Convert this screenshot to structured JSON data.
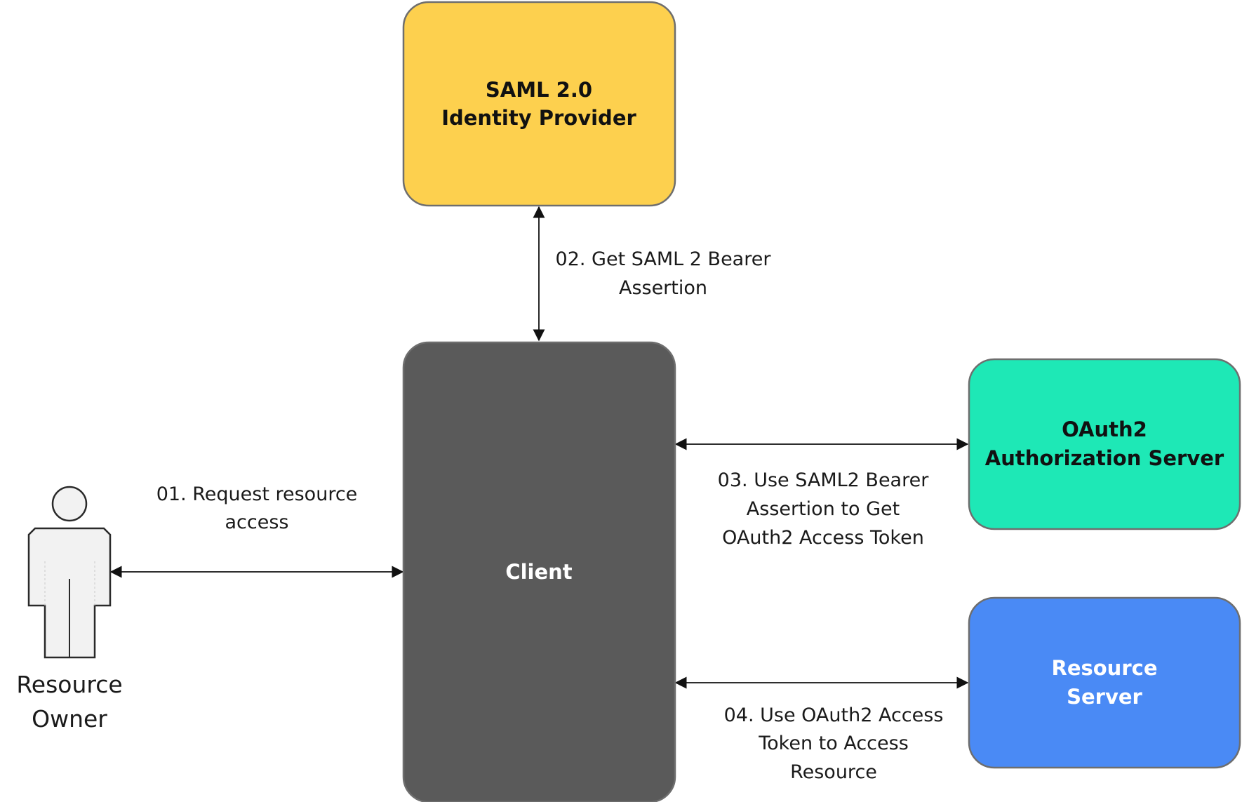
{
  "colors": {
    "saml": "#fdd04e",
    "client": "#5a5a5a",
    "oauth": "#1ee8b6",
    "resource": "#4a8af5",
    "stroke": "#6e6e6e",
    "arrow": "#111111"
  },
  "nodes": {
    "saml_idp": {
      "line1": "SAML 2.0",
      "line2": "Identity Provider"
    },
    "client": {
      "label": "Client"
    },
    "oauth_server": {
      "line1": "OAuth2",
      "line2": "Authorization Server"
    },
    "resource_server": {
      "line1": "Resource",
      "line2": "Server"
    },
    "resource_owner": {
      "line1": "Resource",
      "line2": "Owner",
      "icon": "person-icon"
    }
  },
  "edges": {
    "step1": {
      "line1": "01. Request resource",
      "line2": "access"
    },
    "step2": {
      "line1": "02. Get SAML 2 Bearer",
      "line2": "Assertion"
    },
    "step3": {
      "line1": "03. Use SAML2 Bearer",
      "line2": "Assertion to Get",
      "line3": "OAuth2 Access Token"
    },
    "step4": {
      "line1": "04. Use OAuth2 Access",
      "line2": "Token to Access",
      "line3": "Resource"
    }
  }
}
